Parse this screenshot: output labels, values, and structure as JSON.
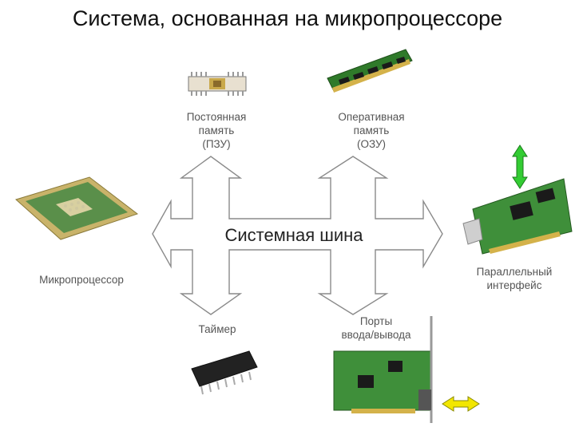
{
  "title": "Система, основанная на микропроцессоре",
  "bus_label": "Системная шина",
  "components": {
    "rom": {
      "line1": "Постоянная",
      "line2": "память",
      "line3": "(ПЗУ)"
    },
    "ram": {
      "line1": "Оперативная",
      "line2": "память",
      "line3": "(ОЗУ)"
    },
    "cpu": {
      "label": "Микропроцессор"
    },
    "parallel": {
      "line1": "Параллельный",
      "line2": "интерфейс"
    },
    "timer": {
      "label": "Таймер"
    },
    "ports": {
      "line1": "Порты",
      "line2": "ввода/вывода"
    }
  },
  "colors": {
    "arrow_outline": "#8a8a8a",
    "pcb_green": "#3f8f3a",
    "chip_black": "#222222",
    "cpu_gold": "#c9b36a",
    "indicator_green": "#33cc33",
    "indicator_yellow": "#f2e600"
  }
}
